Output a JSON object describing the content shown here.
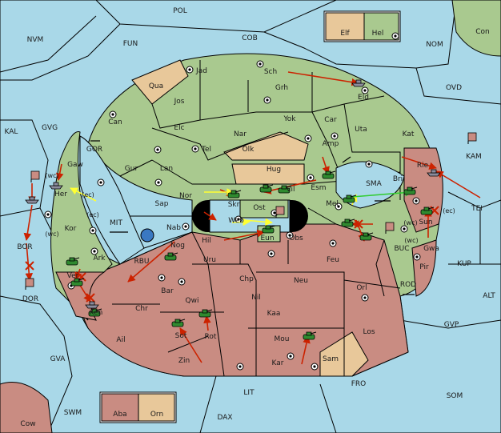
{
  "colors": {
    "sea": "#a9d8e8",
    "green_power": "#a9c98f",
    "red_power": "#c98c82",
    "tan_neutral": "#e8c89a",
    "move_arrow": "#cc2200",
    "support_arrow_yellow": "#ffff33",
    "support_arrow_green": "#33cc33"
  },
  "sea_labels": [
    "POL",
    "NVM",
    "FUN",
    "COB",
    "NOM",
    "Con",
    "OVD",
    "KAL",
    "GVG",
    "KAM",
    "TEI",
    "ALT",
    "KUP",
    "GVP",
    "SOM",
    "FRO",
    "LIT",
    "DAX",
    "SWM",
    "GVA",
    "Cow",
    "DOR",
    "BOR",
    "MIT",
    "RBU",
    "BUC",
    "ROD",
    "GOR",
    "SMA"
  ],
  "land_labels": [
    "Jad",
    "Qua",
    "Sch",
    "Jos",
    "Grh",
    "Eld",
    "Can",
    "Elc",
    "Nar",
    "Yok",
    "Car",
    "Uta",
    "Kat",
    "Tel",
    "Olk",
    "Amp",
    "Gur",
    "Lan",
    "Hug",
    "Rie",
    "Gaw",
    "Vil",
    "Esm",
    "Her",
    "Nor",
    "Skr",
    "Ost",
    "Mel",
    "Sap",
    "Web",
    "Eun",
    "Obs",
    "Bri",
    "Kor",
    "Nab",
    "Sun",
    "Gwa",
    "Hil",
    "Nog",
    "Ark",
    "Uru",
    "Feu",
    "Pir",
    "Ver",
    "Bar",
    "Chp",
    "Neu",
    "Qwi",
    "Nil",
    "Orl",
    "Ken",
    "Chr",
    "Kaa",
    "Ail",
    "Sot",
    "Rot",
    "Mou",
    "Los",
    "Zin",
    "Kar",
    "Sam",
    "Aba",
    "Orn",
    "Elf",
    "Hel"
  ],
  "coast_labels": [
    "(wc)",
    "(ec)",
    "(ec)",
    "(wc)",
    "(wc)",
    "(ec)",
    "(wc)"
  ]
}
